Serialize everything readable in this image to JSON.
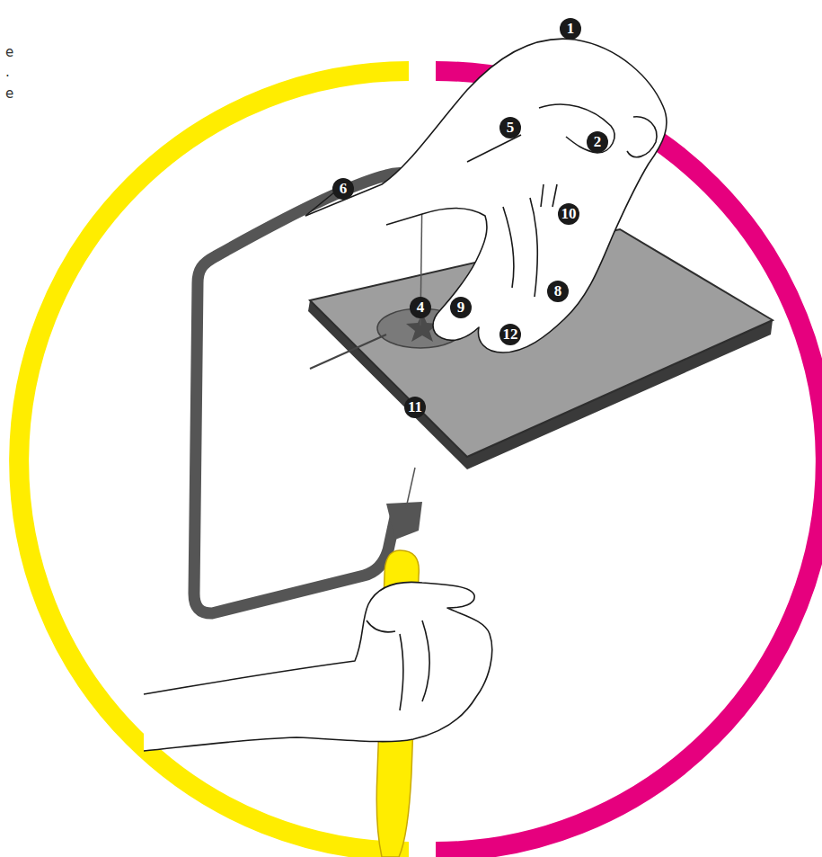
{
  "diagram": {
    "labels": [
      "e",
      ".",
      "e",
      "1",
      "5",
      "2",
      "6",
      "10",
      "8",
      "4",
      "9",
      "12",
      "11"
    ]
  }
}
